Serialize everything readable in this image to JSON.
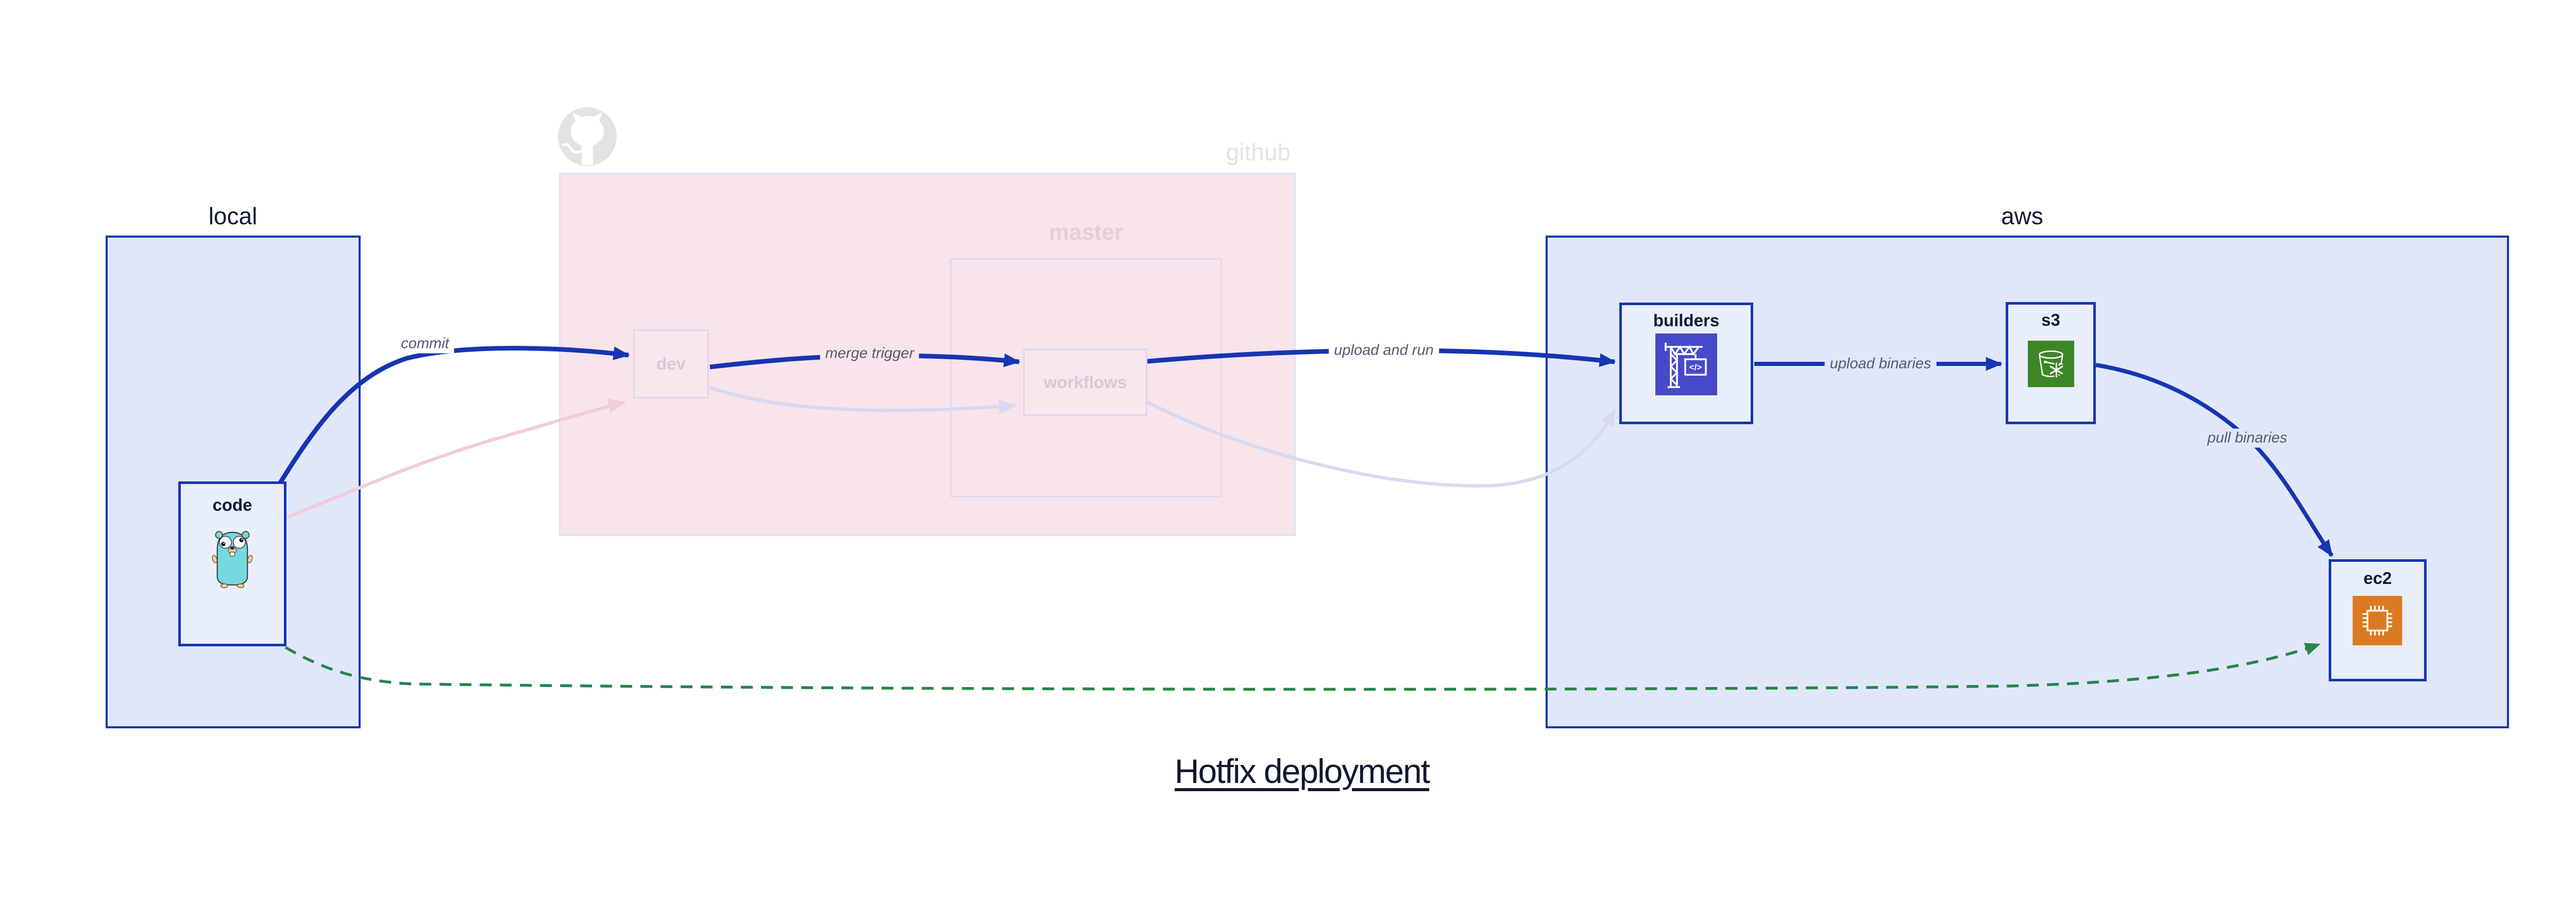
{
  "diagram": {
    "title": "Hotfix deployment",
    "groups": {
      "local": {
        "label": "local"
      },
      "github": {
        "label": "github"
      },
      "master": {
        "label": "master"
      },
      "aws": {
        "label": "aws"
      }
    },
    "nodes": {
      "code": {
        "label": "code",
        "icon": "go-gopher"
      },
      "dev": {
        "label": "dev"
      },
      "workflows": {
        "label": "workflows"
      },
      "builders": {
        "label": "builders",
        "icon": "codebuild-crane"
      },
      "s3": {
        "label": "s3",
        "icon": "s3-bucket-snowflake"
      },
      "ec2": {
        "label": "ec2",
        "icon": "ec2-chip"
      }
    },
    "edges": {
      "commit": {
        "label": "commit"
      },
      "merge_trigger": {
        "label": "merge trigger"
      },
      "upload_and_run": {
        "label": "upload and run"
      },
      "upload_binaries": {
        "label": "upload binaries"
      },
      "pull_binaries": {
        "label": "pull binaries"
      }
    },
    "icons": {
      "builders_glyph": "</>"
    },
    "colors": {
      "blue": "#1635b2",
      "group_fill": "#e1e7fa",
      "node_fill": "#e9eefb",
      "pink_fill": "#f8e4ea",
      "pink_node_fill": "#f9e7ee",
      "faded_border": "#ddd7eb",
      "faded_text": "#dbc8d4",
      "github_gray": "#e3e3e5",
      "faded_pink_edge": "#f2ccd9",
      "faded_lavender_edge": "#d7daf0",
      "green_dashed": "#27854b",
      "edge_label_text": "#555b6b",
      "dark_text": "#131a35",
      "builders_icon_bg": "#4749cb",
      "s3_icon_bg": "#3e8526",
      "ec2_icon_bg": "#db7a20",
      "gopher_teal": "#76d9de"
    }
  }
}
